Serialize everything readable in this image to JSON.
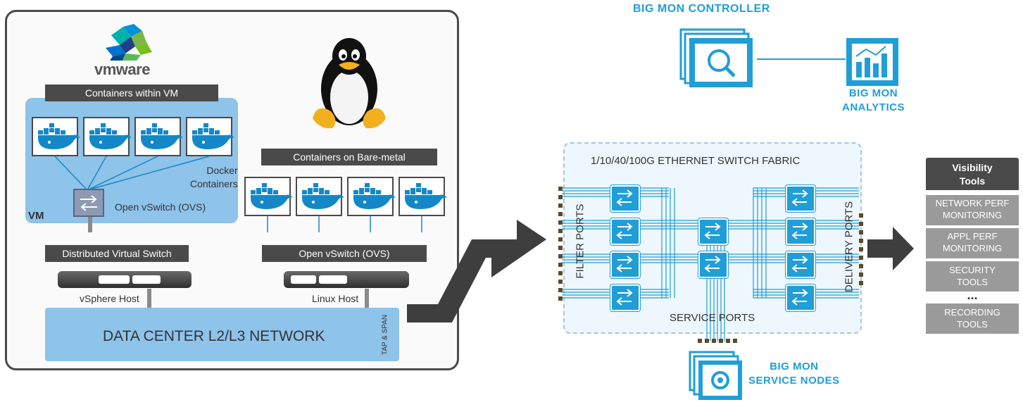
{
  "left_panel": {
    "vmware_logo": "vmware",
    "containers_within_vm": "Containers within VM",
    "docker_containers": "Docker\nContainers",
    "ovs_vm": "Open vSwitch (OVS)",
    "vm_label": "VM",
    "containers_bare_metal": "Containers on Bare-metal",
    "distributed_virtual_switch": "Distributed Virtual Switch",
    "ovs_linux": "Open vSwitch (OVS)",
    "vsphere_host": "vSphere Host",
    "linux_host": "Linux Host",
    "data_center_network": "DATA CENTER L2/L3 NETWORK",
    "tap_span": "TAP & SPAN"
  },
  "controller": {
    "title": "BIG MON CONTROLLER",
    "analytics": "BIG MON\nANALYTICS"
  },
  "fabric": {
    "title": "1/10/40/100G ETHERNET SWITCH FABRIC",
    "filter_ports": "FILTER PORTS",
    "delivery_ports": "DELIVERY PORTS",
    "service_ports": "SERVICE PORTS",
    "service_nodes": "BIG MON\nSERVICE NODES"
  },
  "visibility_tools": {
    "title": "Visibility\nTools",
    "items": [
      "NETWORK PERF\nMONITORING",
      "APPL PERF\nMONITORING",
      "SECURITY\nTOOLS",
      "RECORDING\nTOOLS"
    ],
    "ellipsis": "..."
  },
  "colors": {
    "accent_cyan": "#1f9ed8",
    "panel_blue": "#8ec3ea",
    "dark_gray": "#4a4a4a",
    "tool_gray": "#9a9a9a"
  },
  "icons": [
    "vmware-logo-icon",
    "tux-penguin-icon",
    "docker-whale-icon",
    "virtual-switch-icon",
    "server-host-icon",
    "controller-search-icon",
    "analytics-chart-icon",
    "fabric-switch-icon",
    "service-node-gear-icon",
    "flow-arrow-icon"
  ]
}
